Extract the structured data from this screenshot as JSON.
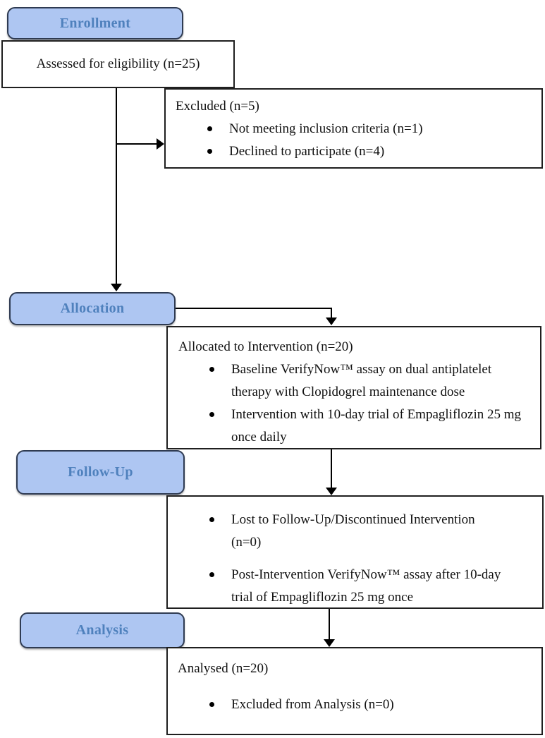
{
  "stages": {
    "enrollment": "Enrollment",
    "allocation": "Allocation",
    "followup": "Follow-Up",
    "analysis": "Analysis"
  },
  "boxes": {
    "assessed": {
      "text": "Assessed for eligibility (n=25)"
    },
    "excluded": {
      "title": "Excluded (n=5)",
      "bullets": [
        "Not meeting inclusion criteria (n=1)",
        "Declined to participate (n=4)"
      ]
    },
    "allocated": {
      "title": "Allocated to Intervention (n=20)",
      "bullets": [
        "Baseline VerifyNow™ assay on dual antiplatelet therapy with Clopidogrel maintenance dose",
        "Intervention with 10-day trial of Empagliflozin 25 mg once daily"
      ]
    },
    "followup": {
      "bullets": [
        "Lost to Follow-Up/Discontinued Intervention (n=0)",
        "Post-Intervention VerifyNow™ assay after 10-day trial of Empagliflozin 25 mg once"
      ]
    },
    "analysed": {
      "title": "Analysed (n=20)",
      "bullets": [
        "Excluded from Analysis (n=0)"
      ]
    }
  },
  "colors": {
    "stage_fill": "#aec6f2",
    "stage_border": "#2f3b52",
    "stage_text": "#4f81bd",
    "box_border": "#1f1f1f",
    "box_fill": "#ffffff",
    "arrow": "#000000"
  }
}
